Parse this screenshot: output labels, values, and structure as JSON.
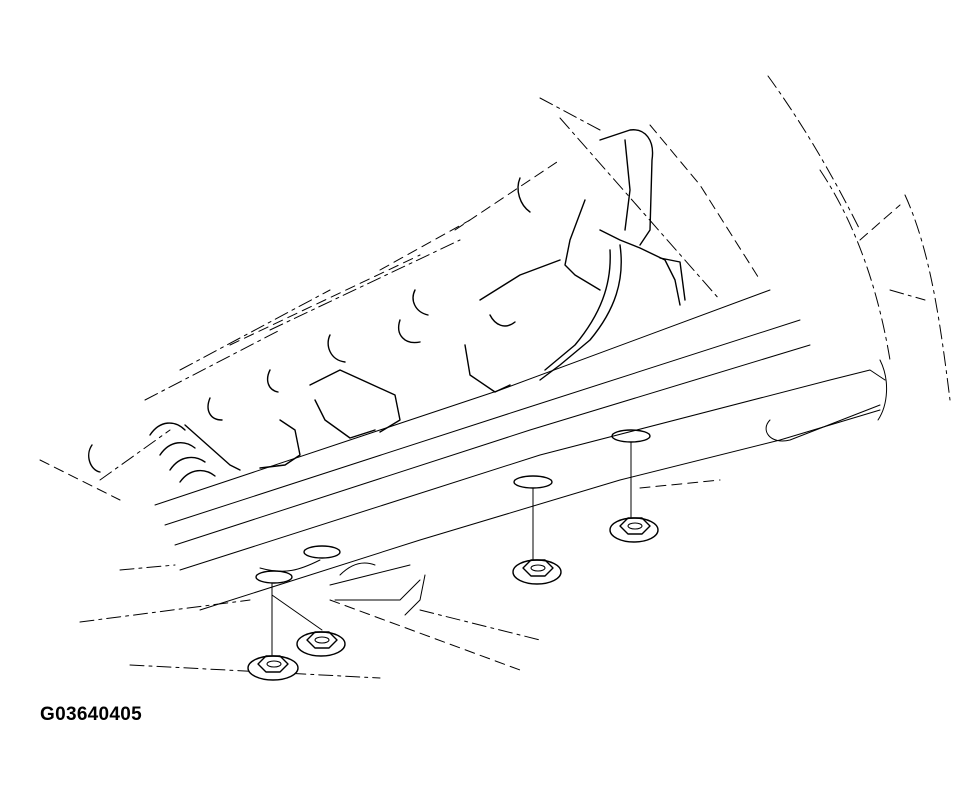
{
  "figure": {
    "code": "G03640405"
  },
  "parts": [
    {
      "name": "bolt-hole",
      "count": 4
    },
    {
      "name": "flange-nut",
      "count": 4
    }
  ]
}
